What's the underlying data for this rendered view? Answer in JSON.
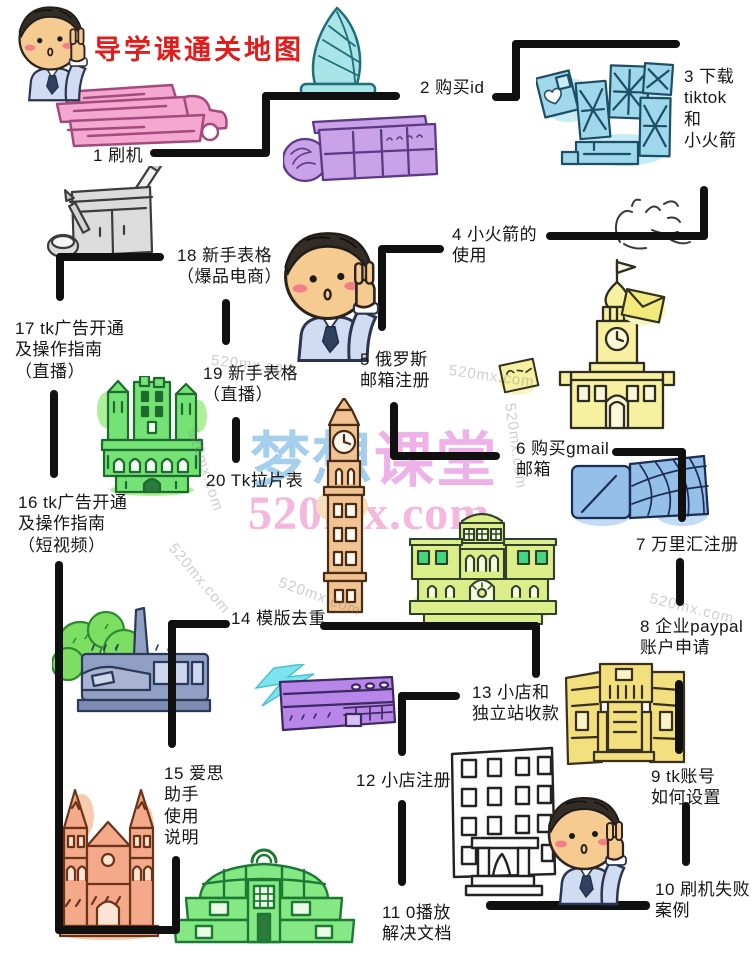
{
  "title": "导学课通关地图",
  "watermark": {
    "brand_part1": "梦想",
    "brand_part2": "课堂",
    "site": "520mx.com",
    "tile": "520mx.com"
  },
  "steps": {
    "s1": "1 刷机",
    "s2": "2 购买id",
    "s3": "3 下载\ntiktok\n和\n小火箭",
    "s4": "4 小火箭的\n使用",
    "s5": "5 俄罗斯\n邮箱注册",
    "s6": "6 购买gmail\n邮箱",
    "s7": "7 万里汇注册",
    "s8": "8 企业paypal\n账户申请",
    "s9": "9 tk账号\n如何设置",
    "s10": "10 刷机失败\n案例",
    "s11": "11 0播放\n解决文档",
    "s12": "12 小店注册",
    "s13": "13 小店和\n独立站收款",
    "s14": "14 模版去重",
    "s15": "15 爱思\n助手\n使用\n说明",
    "s16": "16 tk广告开通\n及操作指南\n（短视频）",
    "s17": "17 tk广告开通\n及操作指南\n（直播）",
    "s18": "18 新手表格\n（爆品电商）",
    "s19": "19 新手表格\n（直播）",
    "s20": "20 Tk拉片表"
  },
  "colors": {
    "title_red": "#e11c1c",
    "connector_black": "#101010",
    "pink_machine": "#f4a8d0",
    "cyan_sail": "#a9e4e8",
    "purple_fort": "#c9a2e8",
    "blue_cards": "#9fd8ea",
    "yellow_church": "#f6f0a0",
    "green_castle": "#74e274",
    "orange_tower": "#f2c392",
    "palace_green": "#dbee8a",
    "blue_modern": "#93bfe8",
    "gold_gate": "#f2df7e",
    "train_blue": "#90a0c4",
    "store_purple": "#b886e8",
    "church_salmon": "#f4aa8a",
    "hall_green": "#84e884"
  }
}
